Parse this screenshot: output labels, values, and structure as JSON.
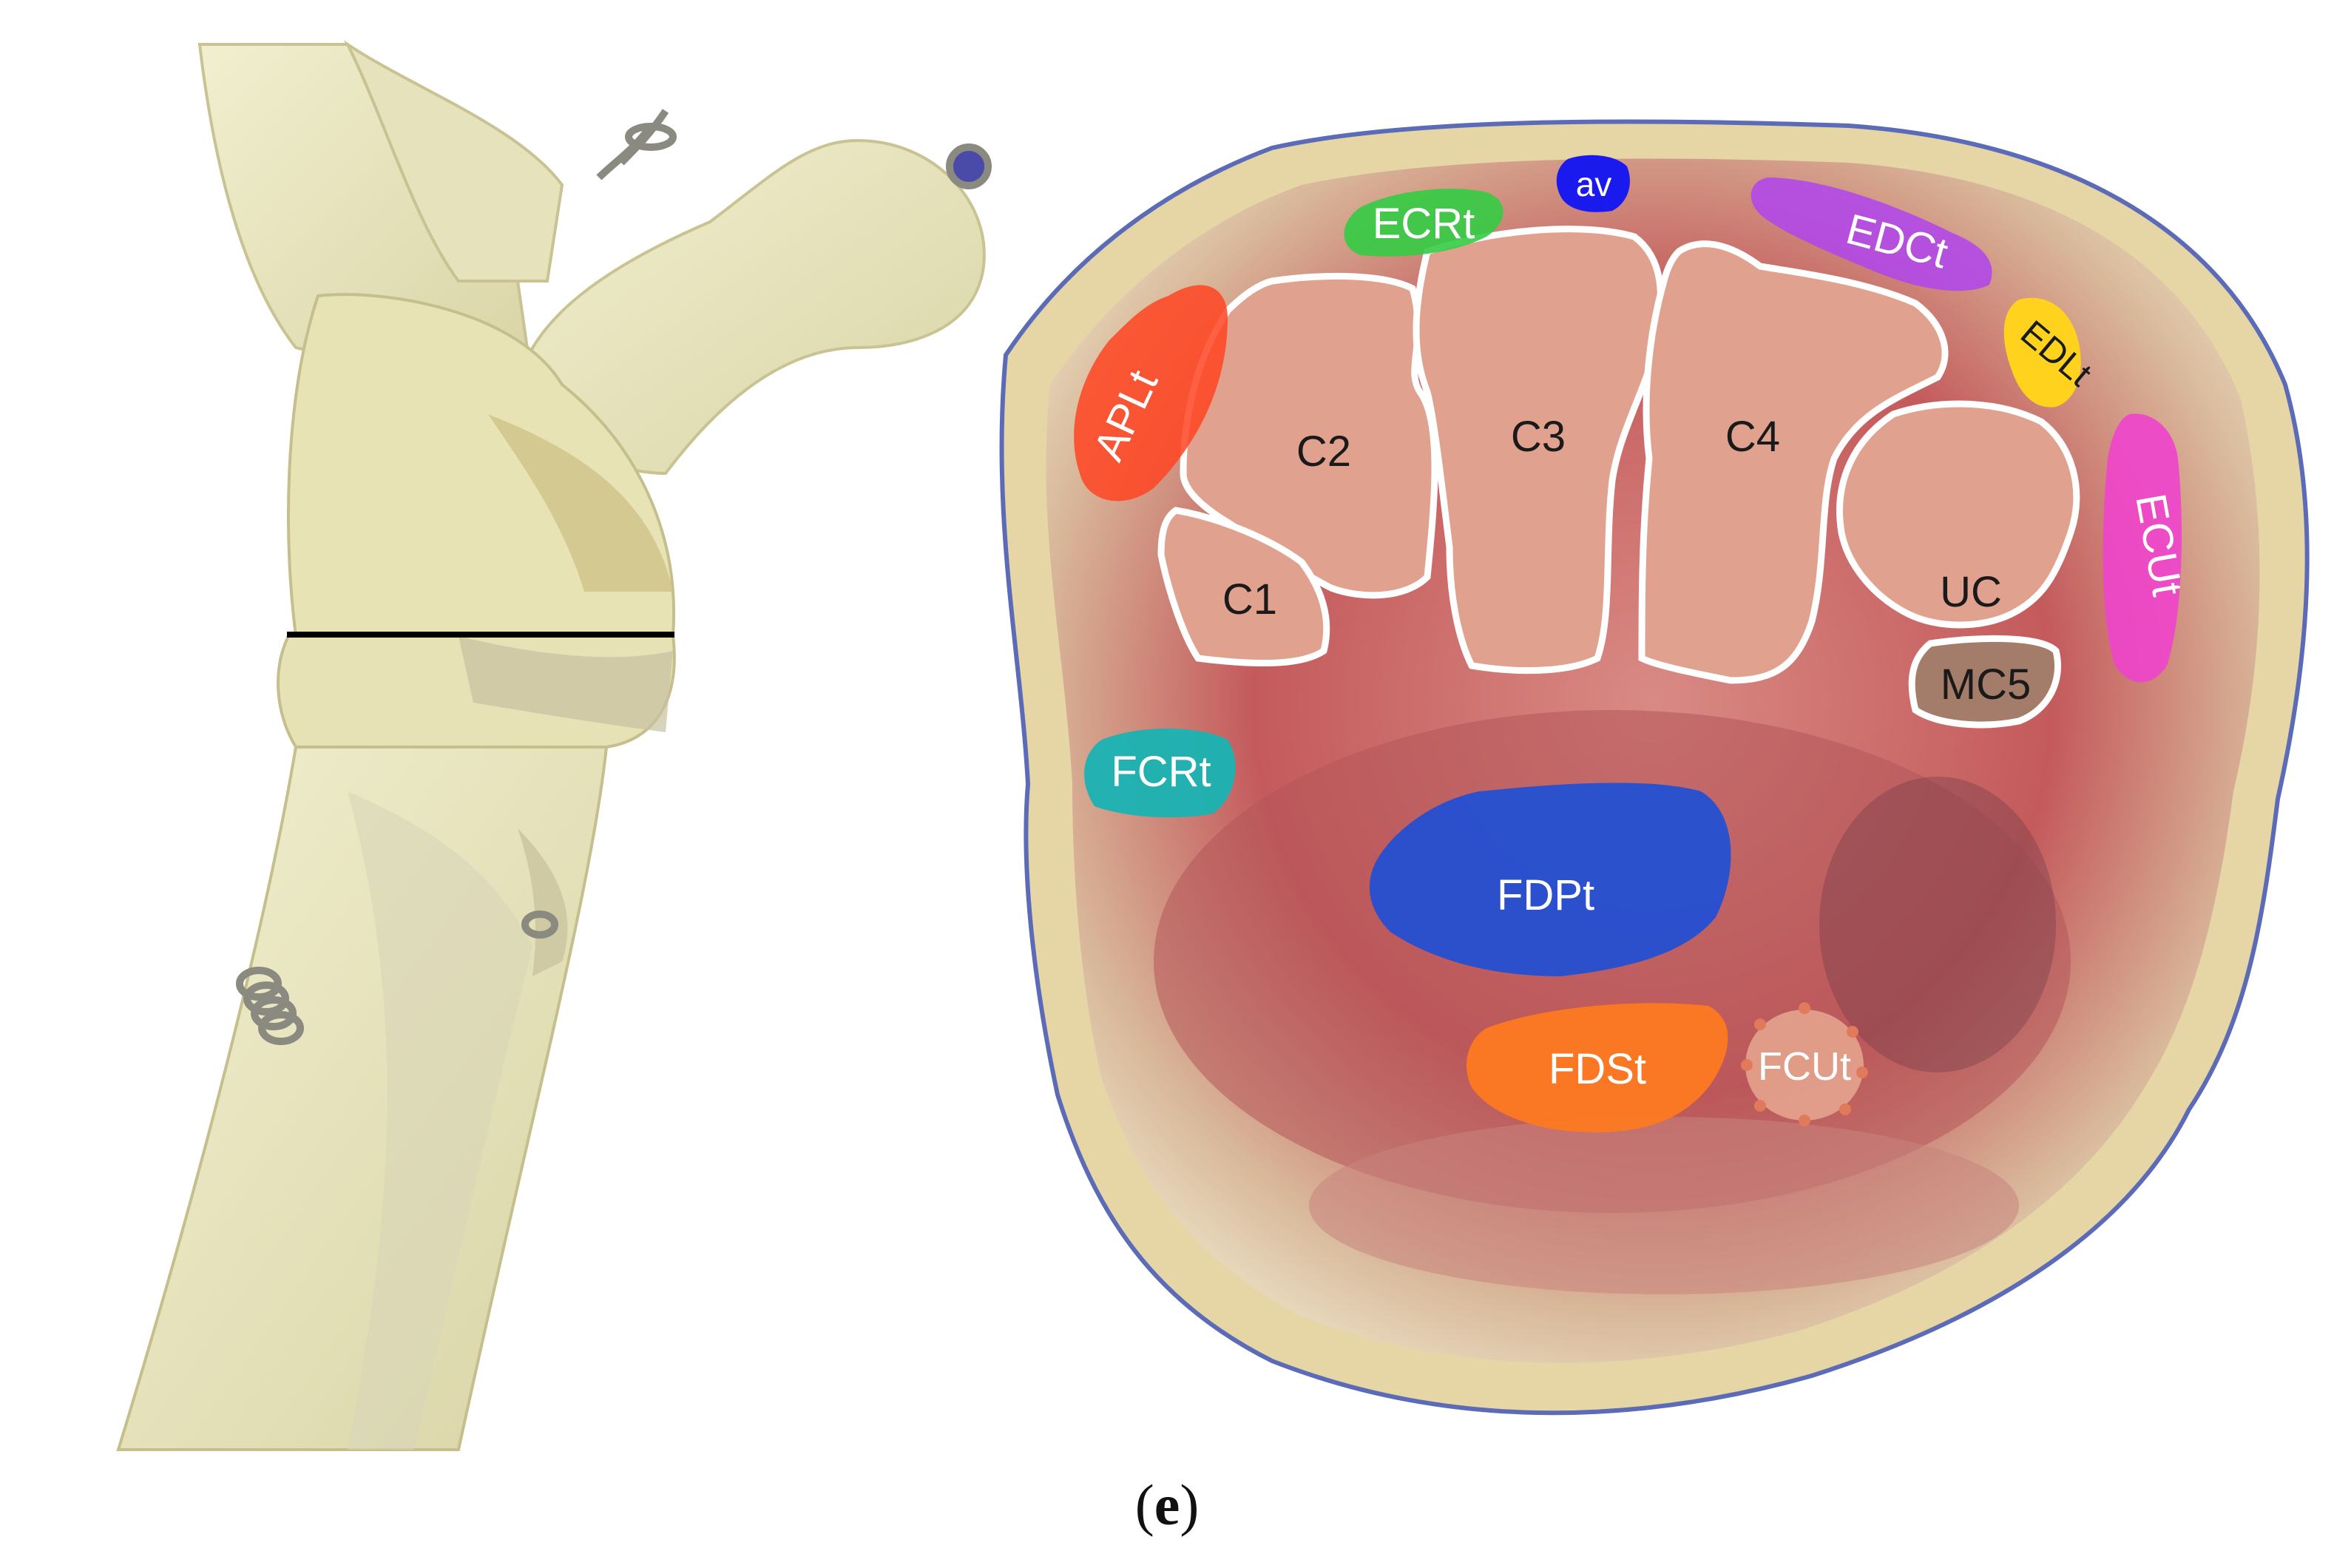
{
  "caption": {
    "open": "(",
    "letter": "e",
    "close": ")"
  },
  "bone_labels": {
    "c1": "C1",
    "c2": "C2",
    "c3": "C3",
    "c4": "C4",
    "uc": "UC",
    "mc5": "MC5"
  },
  "tendon_labels": {
    "aplt": "APLt",
    "ecrt": "ECRt",
    "av": "av",
    "edct": "EDCt",
    "edlt": "EDLt",
    "ecut": "ECUt",
    "fcrt": "FCRt",
    "fdpt": "FDPt",
    "fdst": "FDSt",
    "fcut": "FCUt"
  },
  "colors": {
    "aplt": "#ff4422",
    "ecrt": "#33cc44",
    "av": "#1a1aee",
    "edct": "#b044ee",
    "edlt": "#ffd21e",
    "ecut": "#ee44cc",
    "fcrt": "#19b3b3",
    "fdpt": "#1f4fd6",
    "fdst": "#ff7a1e",
    "fcut": "#e8a890",
    "outline": "#ffffff"
  }
}
